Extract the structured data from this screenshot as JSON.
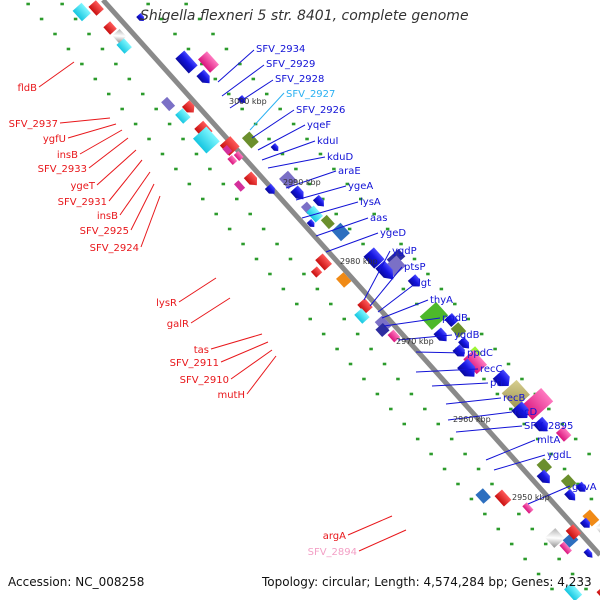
{
  "title": "Shigella flexneri 5 str. 8401, complete genome",
  "footer": {
    "accession": "Accession: NC_008258",
    "topology": "Topology: circular; Length: 4,574,284 bp; Genes: 4,233"
  },
  "colors": {
    "left_label": "#e8171b",
    "right_label": "#1212d6",
    "highlight_right": "#2ab0f2",
    "highlight_left": "#f3a0c6",
    "backbone": "#8a8a8a",
    "tick_dots": "#2c9b2c"
  },
  "kbp_ticks": [
    "3000 kbp",
    "2990 kbp",
    "2980 kbp",
    "2970 kbp",
    "2960 kbp",
    "2950 kbp"
  ],
  "left_labels": [
    "fldB",
    "SFV_2937",
    "ygfU",
    "insB",
    "SFV_2933",
    "ygeT",
    "SFV_2931",
    "insB",
    "SFV_2925",
    "SFV_2924",
    "lysR",
    "galR",
    "tas",
    "SFV_2911",
    "SFV_2910",
    "mutH",
    "argA",
    "SFV_2894"
  ],
  "right_labels": [
    "SFV_2934",
    "SFV_2929",
    "SFV_2928",
    "SFV_2927",
    "SFV_2926",
    "yqeF",
    "kduI",
    "kduD",
    "araE",
    "ygeA",
    "lysA",
    "aas",
    "ygeD",
    "ygdP",
    "ptsP",
    "lgt",
    "thyA",
    "ppdB",
    "ygdB",
    "ppdC",
    "recC",
    "ptr",
    "recB",
    "recD",
    "SFV_2895",
    "mltA",
    "ygdL",
    "gcvA"
  ]
}
